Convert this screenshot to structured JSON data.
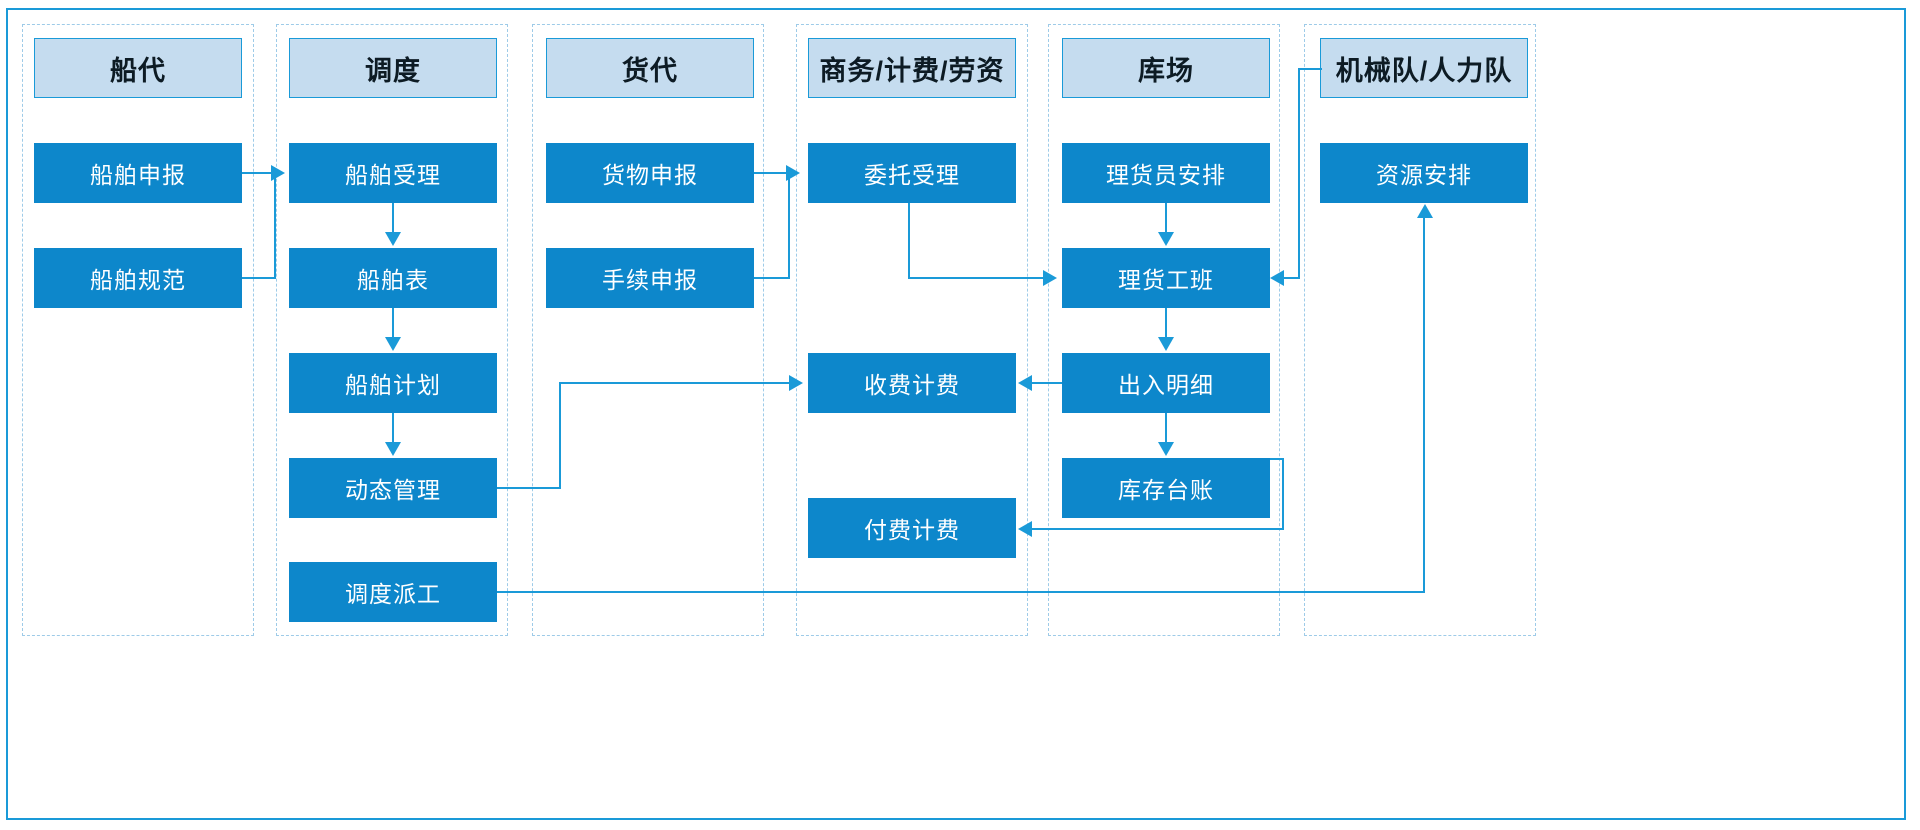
{
  "diagram": {
    "type": "swimlane-flowchart",
    "accent_color": "#1a9ad8",
    "node_fill_color": "#0d87cb",
    "header_fill_color": "#c5dcef",
    "lane_border_color": "#9ecbe8",
    "lanes": [
      {
        "id": "chuandai",
        "header": "船代",
        "nodes": [
          {
            "id": "chuanbo-shenbao",
            "label": "船舶申报"
          },
          {
            "id": "chuanbo-guifan",
            "label": "船舶规范"
          }
        ]
      },
      {
        "id": "diaodu",
        "header": "调度",
        "nodes": [
          {
            "id": "chuanbo-shouli",
            "label": "船舶受理"
          },
          {
            "id": "chuanbo-biao",
            "label": "船舶表"
          },
          {
            "id": "chuanbo-jihua",
            "label": "船舶计划"
          },
          {
            "id": "dongtai-guanli",
            "label": "动态管理"
          },
          {
            "id": "diaodu-paigong",
            "label": "调度派工"
          }
        ]
      },
      {
        "id": "huodai",
        "header": "货代",
        "nodes": [
          {
            "id": "huowu-shenbao",
            "label": "货物申报"
          },
          {
            "id": "shouxu-shenbao",
            "label": "手续申报"
          }
        ]
      },
      {
        "id": "shangwu",
        "header": "商务/计费/劳资",
        "nodes": [
          {
            "id": "weituo-shouli",
            "label": "委托受理"
          },
          {
            "id": "shoufei-jifei",
            "label": "收费计费"
          },
          {
            "id": "fufei-jifei",
            "label": "付费计费"
          }
        ]
      },
      {
        "id": "kuchang",
        "header": "库场",
        "nodes": [
          {
            "id": "lihuoyuan-anpai",
            "label": "理货员安排"
          },
          {
            "id": "lihuo-gongban",
            "label": "理货工班"
          },
          {
            "id": "churu-mingxi",
            "label": "出入明细"
          },
          {
            "id": "kucun-taizhang",
            "label": "库存台账"
          }
        ]
      },
      {
        "id": "jixiedui",
        "header": "机械队/人力队",
        "nodes": [
          {
            "id": "ziyuan-anpai",
            "label": "资源安排"
          }
        ]
      }
    ],
    "edges": [
      {
        "from": "chuanbo-shenbao",
        "to": "chuanbo-shouli"
      },
      {
        "from": "chuanbo-guifan",
        "to": "chuanbo-shouli"
      },
      {
        "from": "chuanbo-shouli",
        "to": "chuanbo-biao"
      },
      {
        "from": "chuanbo-biao",
        "to": "chuanbo-jihua"
      },
      {
        "from": "chuanbo-jihua",
        "to": "dongtai-guanli"
      },
      {
        "from": "dongtai-guanli",
        "to": "shoufei-jifei"
      },
      {
        "from": "huowu-shenbao",
        "to": "weituo-shouli"
      },
      {
        "from": "shouxu-shenbao",
        "to": "weituo-shouli"
      },
      {
        "from": "weituo-shouli",
        "to": "lihuo-gongban"
      },
      {
        "from": "lihuoyuan-anpai",
        "to": "lihuo-gongban"
      },
      {
        "from": "lihuo-gongban",
        "to": "churu-mingxi"
      },
      {
        "from": "churu-mingxi",
        "to": "shoufei-jifei"
      },
      {
        "from": "churu-mingxi",
        "to": "kucun-taizhang"
      },
      {
        "from": "kucun-taizhang",
        "to": "fufei-jifei"
      },
      {
        "from": "ziyuan-anpai",
        "to": "lihuo-gongban"
      },
      {
        "from": "diaodu-paigong",
        "to": "ziyuan-anpai"
      }
    ]
  }
}
